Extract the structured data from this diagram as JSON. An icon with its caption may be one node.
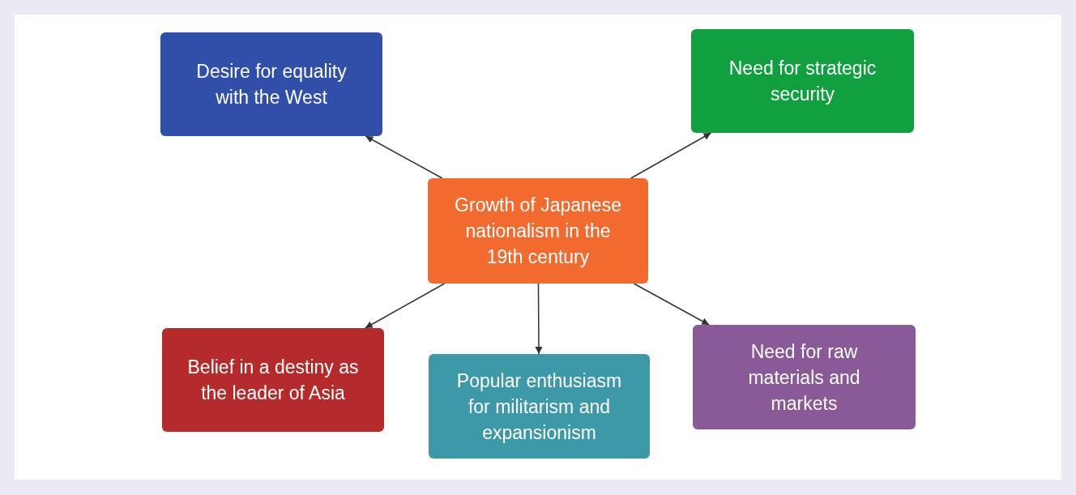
{
  "diagram": {
    "nodes": [
      {
        "text": [
          "Growth of Japanese nationalism in the 19th century"
        ]
      },
      {
        "text": [
          "Desire for equality with the West"
        ]
      },
      {
        "text": [
          "Need for strategic security"
        ]
      },
      {
        "text": [
          "Belief in a destiny as the leader of Asia"
        ]
      },
      {
        "text": [
          "Popular enthusiasm for militarism and expansionism"
        ]
      },
      {
        "text": [
          "Need for raw materials and markets"
        ]
      }
    ],
    "edges": [
      {
        "from": 0,
        "to": 1,
        "arrow": "to"
      },
      {
        "from": 0,
        "to": 2,
        "arrow": "to"
      },
      {
        "from": 0,
        "to": 3,
        "arrow": "to"
      },
      {
        "from": 0,
        "to": 4,
        "arrow": "to"
      },
      {
        "from": 0,
        "to": 5,
        "arrow": "to"
      }
    ]
  }
}
